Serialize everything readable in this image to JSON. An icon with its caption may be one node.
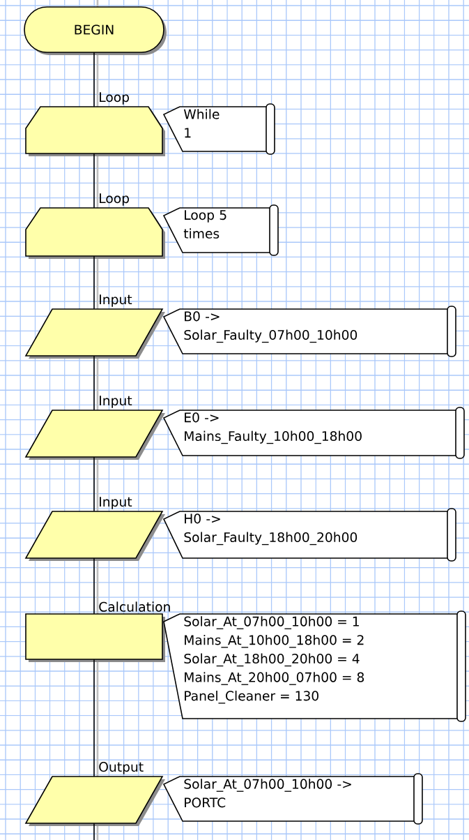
{
  "diagram": {
    "nodes": [
      {
        "text": [
          "BEGIN"
        ]
      },
      {
        "text": [
          "Loop"
        ]
      },
      {
        "text": [
          "While 1"
        ]
      },
      {
        "text": [
          "Loop"
        ]
      },
      {
        "text": [
          "Loop 5 times"
        ]
      },
      {
        "text": [
          "Input"
        ]
      },
      {
        "text": [
          "B0 -> Solar_Faulty_07h00_10h00"
        ]
      },
      {
        "text": [
          "Input"
        ]
      },
      {
        "text": [
          "E0 -> Mains_Faulty_10h00_18h00"
        ]
      },
      {
        "text": [
          "Input"
        ]
      },
      {
        "text": [
          "H0 -> Solar_Faulty_18h00_20h00"
        ]
      },
      {
        "text": [
          "Calculation"
        ]
      },
      {
        "text": [
          "Solar_At_07h00_10h00 = 1",
          "Mains_At_10h00_18h00 = 2",
          "Solar_At_18h00_20h00 = 4",
          "Mains_At_20h00_07h00 = 8",
          "Panel_Cleaner = 130"
        ]
      },
      {
        "text": [
          "Output"
        ]
      },
      {
        "text": [
          "Solar_At_07h00_10h00 -> PORTC"
        ]
      }
    ],
    "edges": [
      {
        "from": 0,
        "to": 1,
        "arrow": "none"
      },
      {
        "from": 1,
        "to": 3,
        "arrow": "none"
      },
      {
        "from": 3,
        "to": 5,
        "arrow": "none"
      },
      {
        "from": 5,
        "to": 7,
        "arrow": "none"
      },
      {
        "from": 7,
        "to": 9,
        "arrow": "none"
      },
      {
        "from": 9,
        "to": 11,
        "arrow": "none"
      },
      {
        "from": 11,
        "to": 13,
        "arrow": "none"
      },
      {
        "from": 13,
        "to": null,
        "arrow": "none"
      }
    ]
  }
}
